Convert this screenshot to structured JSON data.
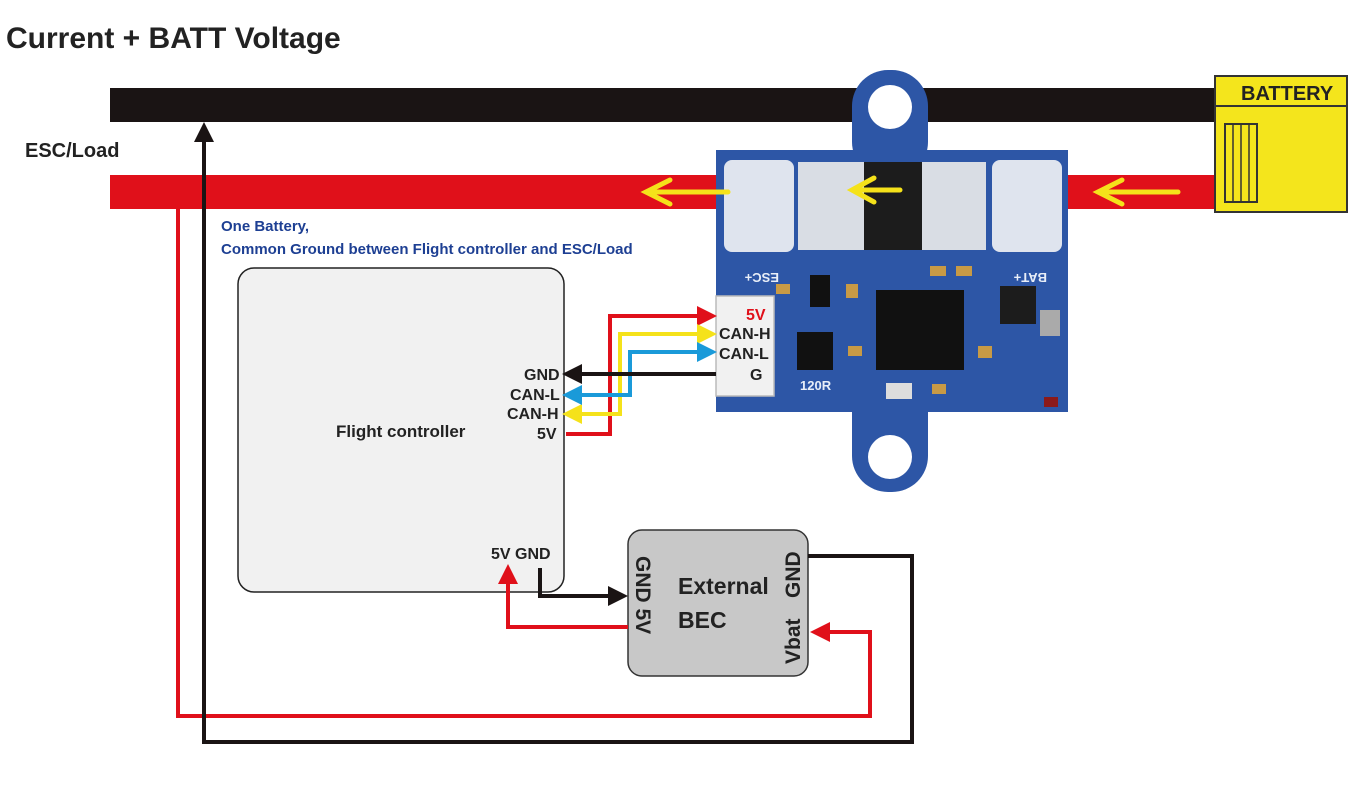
{
  "title": "Current + BATT Voltage",
  "esc_label": "ESC/Load",
  "battery_label": "BATTERY",
  "note": {
    "line1": "One Battery,",
    "line2": "Common Ground between Flight controller and ESC/Load"
  },
  "flight_controller": {
    "label": "Flight controller",
    "pins": [
      "GND",
      "CAN-L",
      "CAN-H",
      "5V"
    ],
    "power_pins": "5V GND"
  },
  "sensor_module": {
    "connector_pins": [
      "5V",
      "CAN-H",
      "CAN-L",
      "G"
    ],
    "esc_marking": "ESC+",
    "bat_marking": "BAT+",
    "resistor_marking": "120R"
  },
  "bec": {
    "line1": "External",
    "line2": "BEC",
    "left_pins": "GND 5V",
    "right_gnd": "GND",
    "right_vbat": "Vbat"
  },
  "colors": {
    "ground_wire": "#1a1414",
    "power_wire": "#e0101a",
    "can_h": "#f5e21a",
    "can_l": "#1a9ad9",
    "pcb": "#2d56a6",
    "battery": "#f4e51c",
    "arrows": "#f5e21a"
  }
}
